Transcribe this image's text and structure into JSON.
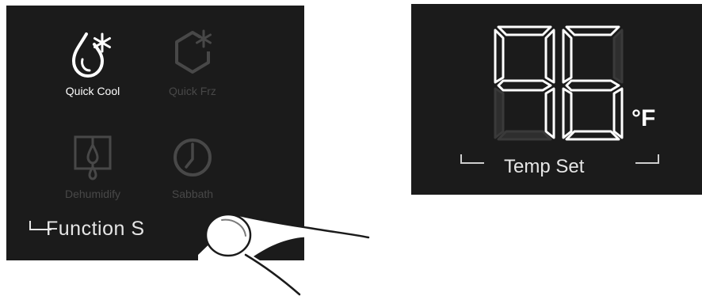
{
  "function_panel": {
    "buttons": [
      {
        "id": "quick_cool",
        "label": "Quick Cool",
        "icon": "water-drop-snowflake-icon",
        "active": true
      },
      {
        "id": "quick_frz",
        "label": "Quick Frz",
        "icon": "hexagon-snowflake-icon",
        "active": false
      },
      {
        "id": "dehumidify",
        "label": "Dehumidify",
        "icon": "door-droplet-icon",
        "active": false
      },
      {
        "id": "sabbath",
        "label": "Sabbath",
        "icon": "clock-icon",
        "active": false
      }
    ],
    "group_label": "Function S"
  },
  "temp_panel": {
    "display_value": "96",
    "unit": "°F",
    "group_label": "Temp Set"
  },
  "colors": {
    "panel_bg": "#1b1b1b",
    "active": "#ffffff",
    "inactive": "#484848"
  }
}
